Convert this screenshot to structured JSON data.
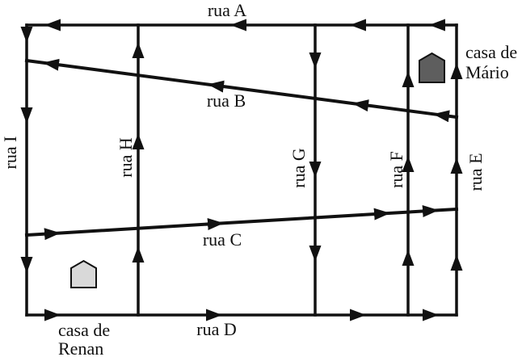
{
  "figure": {
    "kind": "one-way street map",
    "background_color": "#ffffff",
    "line_color": "#111111"
  },
  "streets": {
    "rua_a": {
      "label": "rua A",
      "direction": "left"
    },
    "rua_b": {
      "label": "rua B",
      "direction": "left"
    },
    "rua_c": {
      "label": "rua C",
      "direction": "right"
    },
    "rua_d": {
      "label": "rua D",
      "direction": "right"
    },
    "rua_e": {
      "label": "rua E",
      "direction": "up"
    },
    "rua_f": {
      "label": "rua F",
      "direction": "up"
    },
    "rua_g": {
      "label": "rua G",
      "direction": "down"
    },
    "rua_h": {
      "label": "rua H",
      "direction": "up"
    },
    "rua_i": {
      "label": "rua I",
      "direction": "down"
    }
  },
  "houses": {
    "mario": {
      "label_line1": "casa de",
      "label_line2": "Mário",
      "color": "#5e5e5e"
    },
    "renan": {
      "label_line1": "casa de",
      "label_line2": "Renan",
      "color": "#d9d9d9"
    }
  }
}
